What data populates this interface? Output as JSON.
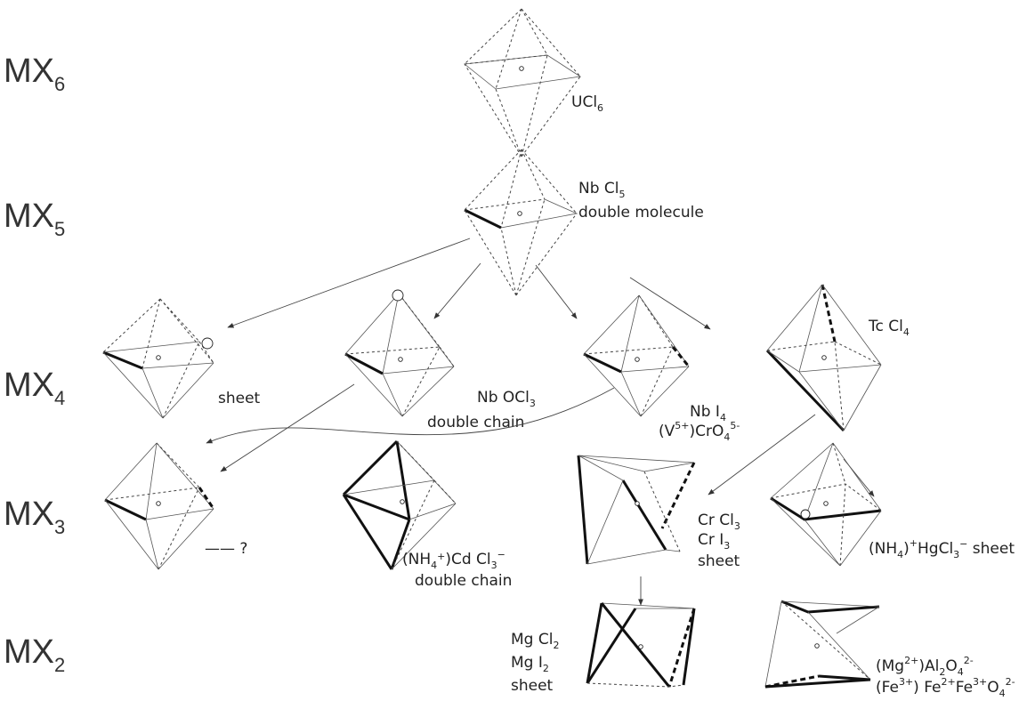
{
  "rows": [
    {
      "base": "MX",
      "sub": "6"
    },
    {
      "base": "MX",
      "sub": "5"
    },
    {
      "base": "MX",
      "sub": "4"
    },
    {
      "base": "MX",
      "sub": "3"
    },
    {
      "base": "MX",
      "sub": "2"
    }
  ],
  "labels": {
    "ucl6": [
      "UCl",
      "6"
    ],
    "nbcl5": [
      "Nb Cl",
      "5"
    ],
    "nbcl5_note": "double molecule",
    "tccl4": [
      "Tc Cl",
      "4"
    ],
    "sheet1": "sheet",
    "nbocl3": [
      "Nb OCl",
      "3"
    ],
    "nbocl3_note": "double chain",
    "nbi4": [
      "Nb I",
      "4"
    ],
    "v5": [
      "(V",
      "5+",
      ")CrO",
      "4",
      "5-"
    ],
    "q": "—— ?",
    "nh4cd": [
      "(NH",
      "4",
      "+",
      ")Cd Cl",
      "3",
      "−"
    ],
    "nh4cd_note": "double chain",
    "crcl3": [
      "Cr Cl",
      "3"
    ],
    "cri3": [
      "Cr I",
      "3"
    ],
    "sheet2": "sheet",
    "nh4hg": [
      "(NH",
      "4",
      ")",
      "+",
      "HgCl",
      "3",
      "−",
      "  sheet"
    ],
    "mgcl2": [
      "Mg Cl",
      "2"
    ],
    "mgi2": [
      "Mg I",
      "2"
    ],
    "sheet3": "sheet",
    "spinel1": [
      "(Mg",
      "2+",
      ")Al",
      "2",
      "O",
      "4",
      "2-"
    ],
    "spinel2": [
      "(Fe",
      "3+",
      ") Fe",
      "2+",
      "Fe",
      "3+",
      "O",
      "4",
      "2-"
    ]
  }
}
